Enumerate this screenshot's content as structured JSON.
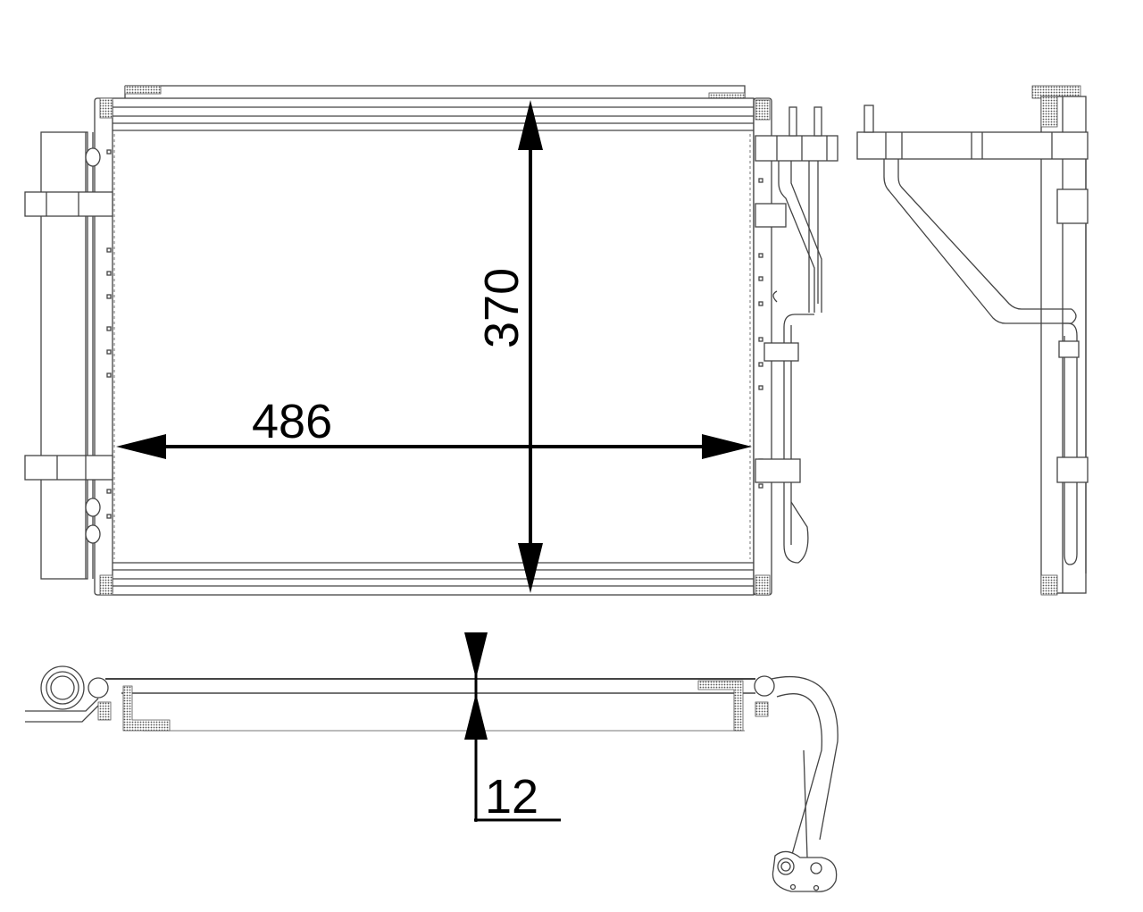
{
  "drawing": {
    "subject": "A/C condenser technical drawing",
    "views": [
      "front-view",
      "side-view-pipes",
      "right-side-view",
      "top-view"
    ],
    "dimensions": {
      "width": {
        "value": "486",
        "unit": "mm"
      },
      "height": {
        "value": "370",
        "unit": "mm"
      },
      "depth": {
        "value": "12",
        "unit": "mm"
      }
    },
    "colors": {
      "line": "#444444",
      "dimension": "#000000",
      "background": "#ffffff"
    }
  }
}
